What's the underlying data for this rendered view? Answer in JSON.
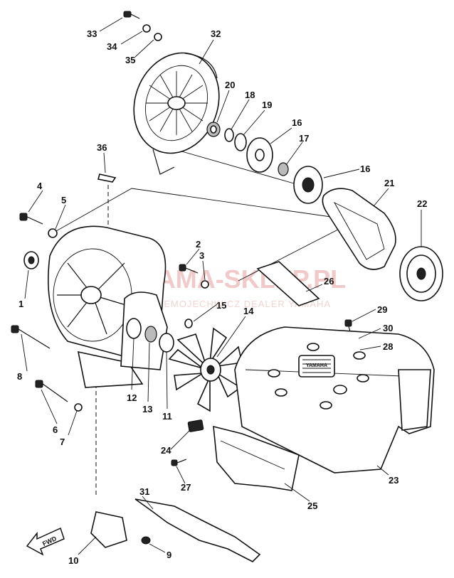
{
  "watermark": {
    "brand": "YAMA-SKLEP.PL",
    "sub": "DEMOJECHWICZ DEALER YAMAHA"
  },
  "fwd_label": "FWD",
  "cover_logo": "YAMAHA",
  "parts": [
    {
      "id": "1",
      "label": "1"
    },
    {
      "id": "2",
      "label": "2"
    },
    {
      "id": "3",
      "label": "3"
    },
    {
      "id": "4",
      "label": "4"
    },
    {
      "id": "5",
      "label": "5"
    },
    {
      "id": "6",
      "label": "6"
    },
    {
      "id": "7",
      "label": "7"
    },
    {
      "id": "8",
      "label": "8"
    },
    {
      "id": "9",
      "label": "9"
    },
    {
      "id": "10",
      "label": "10"
    },
    {
      "id": "11a",
      "label": "11"
    },
    {
      "id": "11b",
      "label": "11"
    },
    {
      "id": "12",
      "label": "12"
    },
    {
      "id": "13",
      "label": "13"
    },
    {
      "id": "14",
      "label": "14"
    },
    {
      "id": "15",
      "label": "15"
    },
    {
      "id": "16a",
      "label": "16"
    },
    {
      "id": "16b",
      "label": "16"
    },
    {
      "id": "17",
      "label": "17"
    },
    {
      "id": "18",
      "label": "18"
    },
    {
      "id": "19",
      "label": "19"
    },
    {
      "id": "20",
      "label": "20"
    },
    {
      "id": "21",
      "label": "21"
    },
    {
      "id": "22",
      "label": "22"
    },
    {
      "id": "23",
      "label": "23"
    },
    {
      "id": "24",
      "label": "24"
    },
    {
      "id": "25",
      "label": "25"
    },
    {
      "id": "26",
      "label": "26"
    },
    {
      "id": "27",
      "label": "27"
    },
    {
      "id": "28",
      "label": "28"
    },
    {
      "id": "29",
      "label": "29"
    },
    {
      "id": "30",
      "label": "30"
    },
    {
      "id": "31",
      "label": "31"
    },
    {
      "id": "32",
      "label": "32"
    },
    {
      "id": "33",
      "label": "33"
    },
    {
      "id": "34",
      "label": "34"
    },
    {
      "id": "35",
      "label": "35"
    },
    {
      "id": "36",
      "label": "36"
    }
  ]
}
